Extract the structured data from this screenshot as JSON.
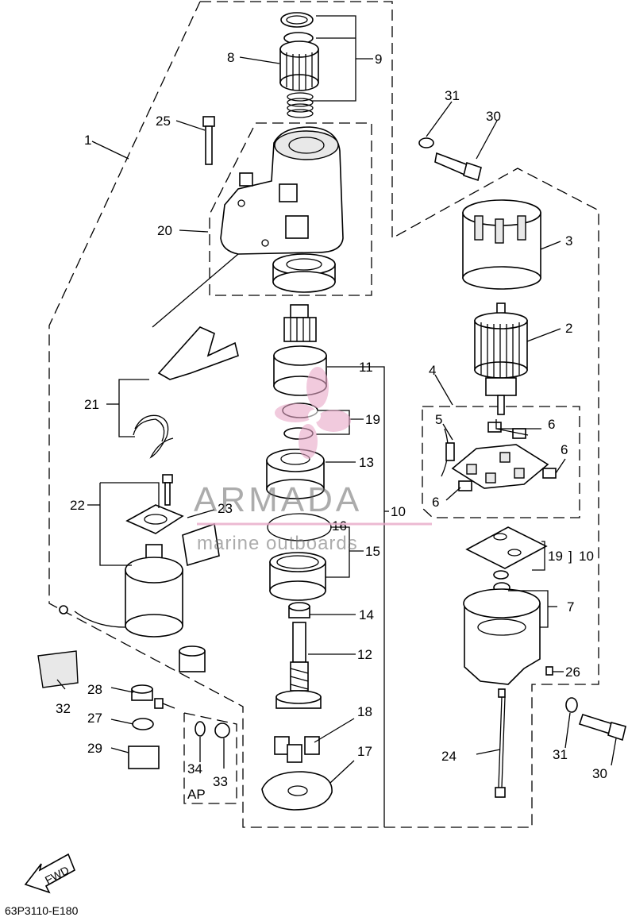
{
  "callouts": {
    "c1": "1",
    "c2": "2",
    "c3": "3",
    "c4": "4",
    "c5": "5",
    "c6a": "6",
    "c6b": "6",
    "c6c": "6",
    "c7": "7",
    "c8": "8",
    "c9": "9",
    "c10": "10",
    "c10b": "10",
    "c11": "11",
    "c12": "12",
    "c13": "13",
    "c14": "14",
    "c15": "15",
    "c16": "16",
    "c17": "17",
    "c18": "18",
    "c19": "19",
    "c19b": "19",
    "c20": "20",
    "c21": "21",
    "c22": "22",
    "c23": "23",
    "c24": "24",
    "c25": "25",
    "c26": "26",
    "c27": "27",
    "c28": "28",
    "c29": "29",
    "c30a": "30",
    "c30b": "30",
    "c31a": "31",
    "c31b": "31",
    "c32": "32",
    "c33": "33",
    "c34": "34"
  },
  "labels": {
    "ap": "AP",
    "fwd": "FWD",
    "drawing_code": "63P3110-E180"
  },
  "watermark": {
    "brand": "ARMADA",
    "tagline": "marine outboards"
  },
  "colors": {
    "watermark_pink": "#e8a8c8",
    "watermark_gray": "#6a6a6a"
  }
}
